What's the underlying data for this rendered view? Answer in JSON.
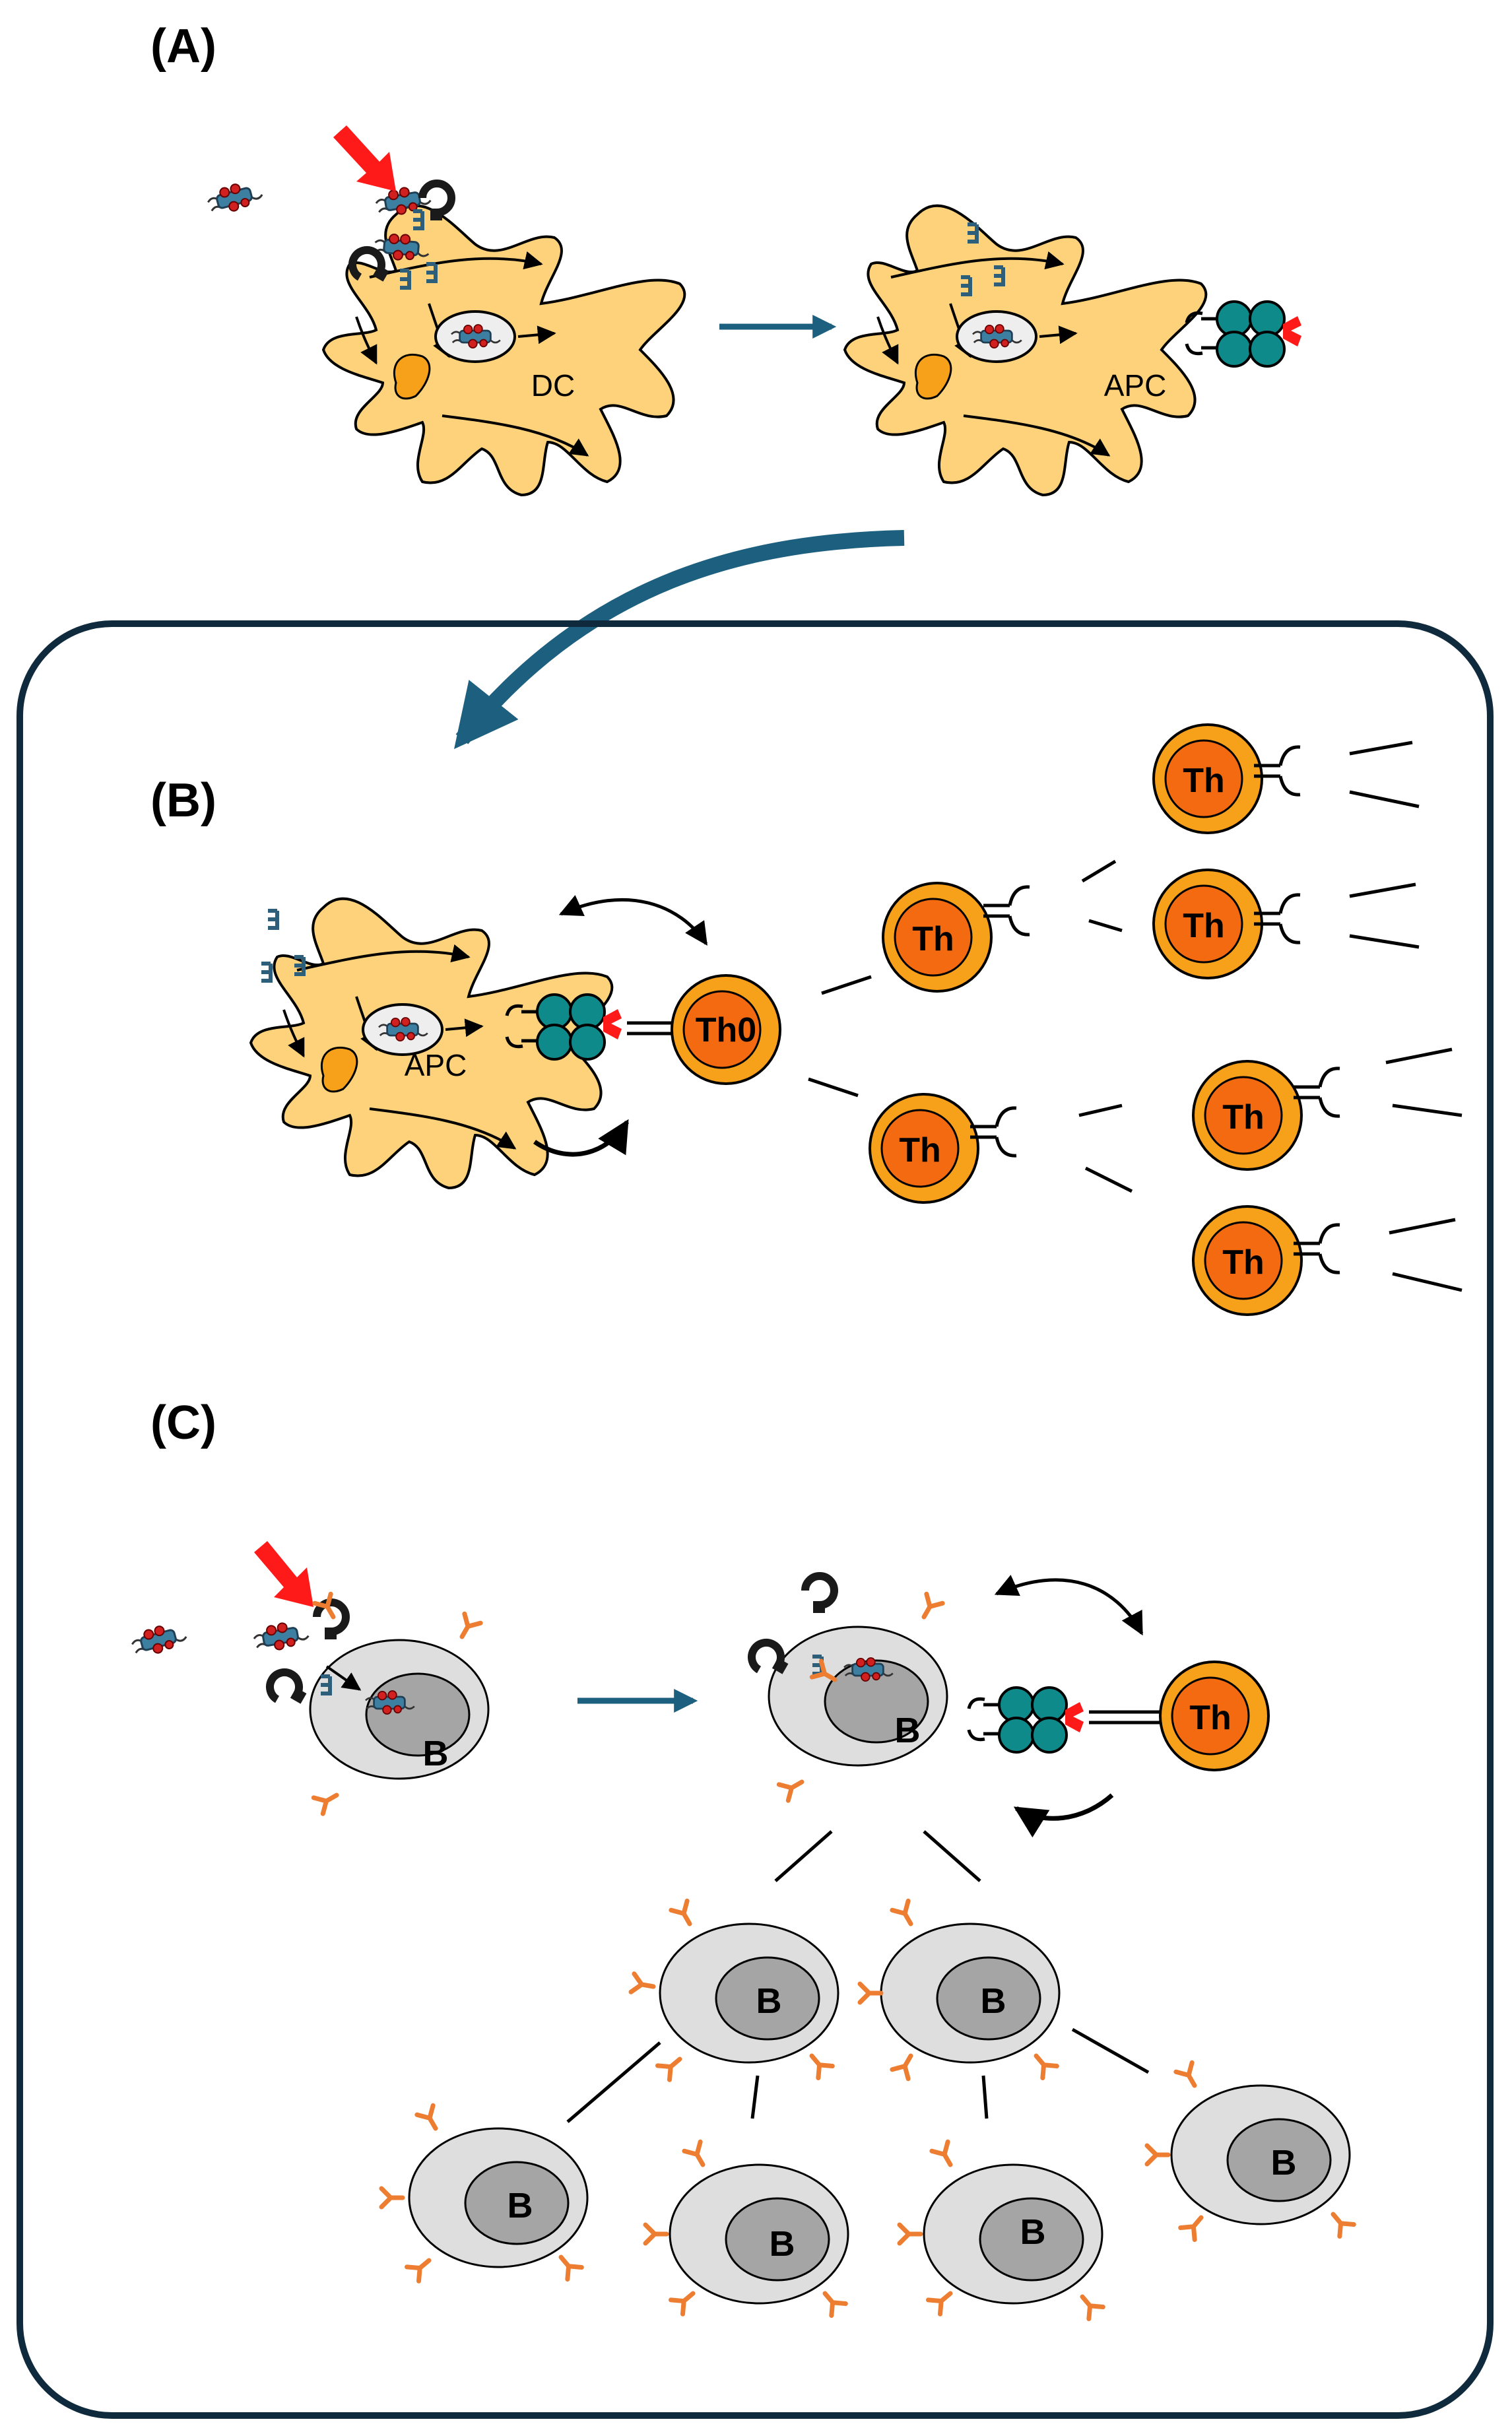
{
  "panels": {
    "a": {
      "label": "(A)",
      "dc_cell_label": "DC",
      "apc_cell_label": "APC"
    },
    "b": {
      "label": "(B)",
      "apc_cell_label": "APC",
      "naive_t_label": "Th0",
      "t_cell_label": "Th"
    },
    "c": {
      "label": "(C)",
      "b_cell_label": "B",
      "t_cell_label": "Th"
    }
  },
  "colors": {
    "dendritic_cell": "#fdd27a",
    "th_outer": "#f7a01a",
    "th_inner": "#f36a10",
    "b_outer": "#dedede",
    "b_inner": "#a5a5a5",
    "flow_arrow": "#1d5f7f",
    "antigen_pointer": "#ff1a1a",
    "mhc_complex": "#0f8a8a",
    "antibody": "#ed7d31",
    "frame_border": "#0f2a3d"
  },
  "icons": [
    "pathogen-icon",
    "receptor-icon",
    "mhc-complex-icon",
    "antibody-icon",
    "antigen-pointer-icon"
  ]
}
